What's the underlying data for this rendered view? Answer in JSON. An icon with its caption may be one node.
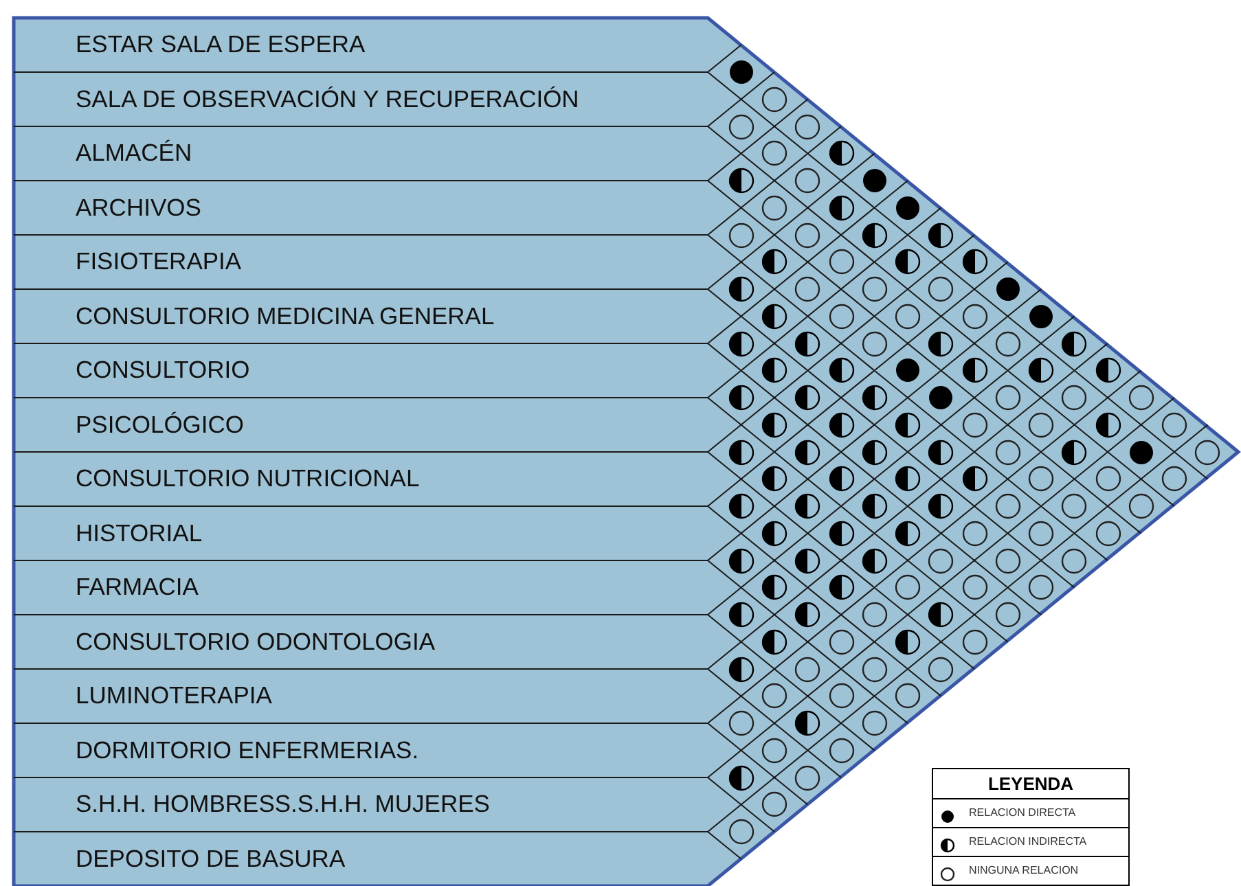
{
  "diagram": {
    "nodes": [
      {
        "text": [
          "ESTAR SALA DE ESPERA"
        ]
      },
      {
        "text": [
          "SALA DE OBSERVACIÓN Y RECUPERACIÓN"
        ]
      },
      {
        "text": [
          "ALMACÉN"
        ]
      },
      {
        "text": [
          "ARCHIVOS"
        ]
      },
      {
        "text": [
          "FISIOTERAPIA"
        ]
      },
      {
        "text": [
          "CONSULTORIO MEDICINA GENERAL"
        ]
      },
      {
        "text": [
          "CONSULTORIO"
        ]
      },
      {
        "text": [
          "PSICOLÓGICO"
        ]
      },
      {
        "text": [
          "CONSULTORIO NUTRICIONAL"
        ]
      },
      {
        "text": [
          "HISTORIAL"
        ]
      },
      {
        "text": [
          "FARMACIA"
        ]
      },
      {
        "text": [
          "CONSULTORIO ODONTOLOGIA"
        ]
      },
      {
        "text": [
          "LUMINOTERAPIA"
        ]
      },
      {
        "text": [
          "DORMITORIO ENFERMERIAS."
        ]
      },
      {
        "text": [
          "S.H.H. HOMBRESS.S.H.H. MUJERES"
        ]
      },
      {
        "text": [
          "DEPOSITO DE BASURA"
        ]
      },
      {
        "text": [],
        "shape": "dot"
      },
      {
        "text": [],
        "shape": "circle"
      },
      {
        "text": [],
        "shape": "circle"
      },
      {
        "text": [],
        "shape": "circle"
      },
      {
        "text": [],
        "shape": "circle"
      },
      {
        "text": [],
        "shape": "halfdot"
      },
      {
        "text": [],
        "shape": "halfdot"
      },
      {
        "text": [],
        "shape": "circle"
      },
      {
        "text": [],
        "shape": "dot"
      },
      {
        "text": [],
        "shape": "circle"
      },
      {
        "text": [],
        "shape": "halfdot"
      },
      {
        "text": [],
        "shape": "dot"
      },
      {
        "text": [],
        "shape": "circle"
      },
      {
        "text": [],
        "shape": "circle"
      },
      {
        "text": [],
        "shape": "halfdot"
      },
      {
        "text": [],
        "shape": "halfdot"
      },
      {
        "text": [],
        "shape": "halfdot"
      },
      {
        "text": [],
        "shape": "circle"
      },
      {
        "text": [],
        "shape": "halfdot"
      },
      {
        "text": [],
        "shape": "halfdot"
      },
      {
        "text": [],
        "shape": "halfdot"
      },
      {
        "text": [],
        "shape": "circle"
      },
      {
        "text": [],
        "shape": "circle"
      },
      {
        "text": [],
        "shape": "circle"
      },
      {
        "text": [],
        "shape": "dot"
      },
      {
        "text": [],
        "shape": "halfdot"
      },
      {
        "text": [],
        "shape": "circle"
      },
      {
        "text": [],
        "shape": "circle"
      },
      {
        "text": [],
        "shape": "circle"
      },
      {
        "text": [],
        "shape": "dot"
      },
      {
        "text": [],
        "shape": "halfdot"
      },
      {
        "text": [],
        "shape": "halfdot"
      },
      {
        "text": [],
        "shape": "circle"
      },
      {
        "text": [],
        "shape": "halfdot"
      },
      {
        "text": [],
        "shape": "circle"
      },
      {
        "text": [],
        "shape": "halfdot"
      },
      {
        "text": [],
        "shape": "halfdot"
      },
      {
        "text": [],
        "shape": "halfdot"
      },
      {
        "text": [],
        "shape": "dot"
      },
      {
        "text": [],
        "shape": "halfdot"
      },
      {
        "text": [],
        "shape": "halfdot"
      },
      {
        "text": [],
        "shape": "halfdot"
      },
      {
        "text": [],
        "shape": "halfdot"
      },
      {
        "text": [],
        "shape": "halfdot"
      },
      {
        "text": [],
        "shape": "halfdot"
      },
      {
        "text": [],
        "shape": "dot"
      },
      {
        "text": [],
        "shape": "circle"
      },
      {
        "text": [],
        "shape": "circle"
      },
      {
        "text": [],
        "shape": "circle"
      },
      {
        "text": [],
        "shape": "halfdot"
      },
      {
        "text": [],
        "shape": "halfdot"
      },
      {
        "text": [],
        "shape": "halfdot"
      },
      {
        "text": [],
        "shape": "circle"
      },
      {
        "text": [],
        "shape": "circle"
      },
      {
        "text": [],
        "shape": "halfdot"
      },
      {
        "text": [],
        "shape": "circle"
      },
      {
        "text": [],
        "shape": "halfdot"
      },
      {
        "text": [],
        "shape": "halfdot"
      },
      {
        "text": [],
        "shape": "halfdot"
      },
      {
        "text": [],
        "shape": "halfdot"
      },
      {
        "text": [],
        "shape": "circle"
      },
      {
        "text": [],
        "shape": "halfdot"
      },
      {
        "text": [],
        "shape": "dot"
      },
      {
        "text": [],
        "shape": "circle"
      },
      {
        "text": [],
        "shape": "halfdot"
      },
      {
        "text": [],
        "shape": "halfdot"
      },
      {
        "text": [],
        "shape": "halfdot"
      },
      {
        "text": [],
        "shape": "halfdot"
      },
      {
        "text": [],
        "shape": "circle"
      },
      {
        "text": [],
        "shape": "circle"
      },
      {
        "text": [],
        "shape": "circle"
      },
      {
        "text": [],
        "shape": "halfdot"
      },
      {
        "text": [],
        "shape": "halfdot"
      },
      {
        "text": [],
        "shape": "halfdot"
      },
      {
        "text": [],
        "shape": "halfdot"
      },
      {
        "text": [],
        "shape": "circle"
      },
      {
        "text": [],
        "shape": "circle"
      },
      {
        "text": [],
        "shape": "circle"
      },
      {
        "text": [],
        "shape": "halfdot"
      },
      {
        "text": [],
        "shape": "halfdot"
      },
      {
        "text": [],
        "shape": "halfdot"
      },
      {
        "text": [],
        "shape": "circle"
      },
      {
        "text": [],
        "shape": "circle"
      },
      {
        "text": [],
        "shape": "circle"
      },
      {
        "text": [],
        "shape": "halfdot"
      },
      {
        "text": [],
        "shape": "halfdot"
      },
      {
        "text": [],
        "shape": "halfdot"
      },
      {
        "text": [],
        "shape": "circle"
      },
      {
        "text": [],
        "shape": "circle"
      },
      {
        "text": [],
        "shape": "circle"
      },
      {
        "text": [],
        "shape": "halfdot"
      },
      {
        "text": [],
        "shape": "halfdot"
      },
      {
        "text": [],
        "shape": "circle"
      },
      {
        "text": [],
        "shape": "circle"
      },
      {
        "text": [],
        "shape": "circle"
      },
      {
        "text": [],
        "shape": "halfdot"
      },
      {
        "text": [],
        "shape": "halfdot"
      },
      {
        "text": [],
        "shape": "circle"
      },
      {
        "text": [],
        "shape": "halfdot"
      },
      {
        "text": [],
        "shape": "circle"
      },
      {
        "text": [],
        "shape": "halfdot"
      },
      {
        "text": [],
        "shape": "circle"
      },
      {
        "text": [],
        "shape": "halfdot"
      },
      {
        "text": [],
        "shape": "circle"
      },
      {
        "text": [],
        "shape": "halfdot"
      },
      {
        "text": [],
        "shape": "circle"
      },
      {
        "text": [],
        "shape": "circle"
      },
      {
        "text": [],
        "shape": "circle"
      },
      {
        "text": [],
        "shape": "circle"
      },
      {
        "text": [],
        "shape": "circle"
      },
      {
        "text": [],
        "shape": "circle"
      },
      {
        "text": [],
        "shape": "circle"
      },
      {
        "text": [],
        "shape": "halfdot"
      },
      {
        "text": [],
        "shape": "circle"
      },
      {
        "text": [],
        "shape": "circle"
      },
      {
        "text": [],
        "shape": "circle"
      },
      {
        "text": [],
        "shape": "halfdot"
      },
      {
        "text": [],
        "shape": "circle"
      },
      {
        "text": [],
        "shape": "circle"
      },
      {
        "text": [],
        "shape": "circle"
      }
    ],
    "labels": [
      "LEYENDA"
    ],
    "legend": [
      {
        "text": "RELACION DIRECTA"
      },
      {
        "text": "RELACION INDIRECTA"
      },
      {
        "text": "NINGUNA RELACION"
      }
    ]
  }
}
